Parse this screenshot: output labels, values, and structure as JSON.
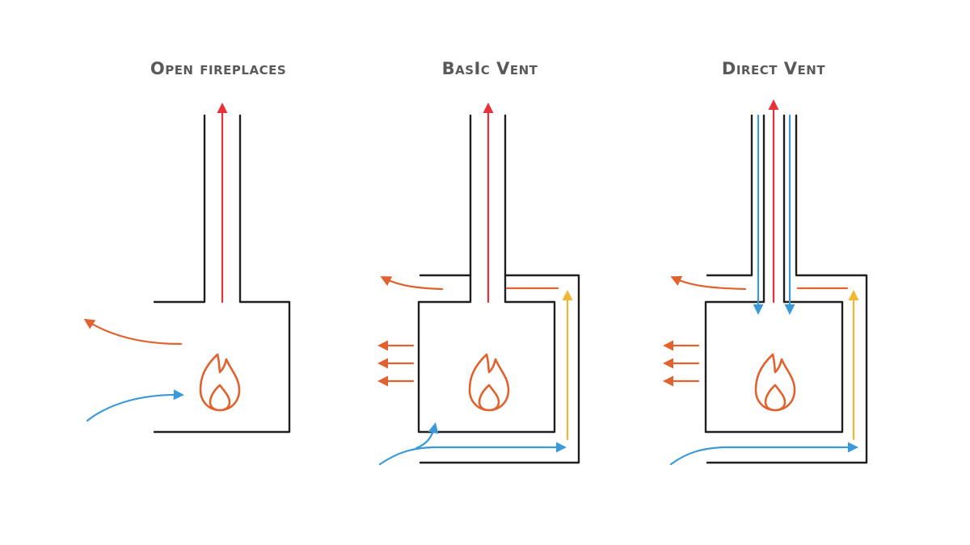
{
  "diagram": {
    "colors": {
      "background": "#ffffff",
      "wall": "#1f1f1f",
      "title": "#595959",
      "exhaust": "#e8323a",
      "room_heat": "#e0622f",
      "cool_air": "#3a9ad9",
      "warm_air": "#f2b632",
      "flame": "#e0622f"
    },
    "panels": [
      {
        "title": "Open fireplaces",
        "icon": "flame-icon"
      },
      {
        "title": "BasIc Vent",
        "icon": "flame-icon"
      },
      {
        "title": "Direct Vent",
        "icon": "flame-icon"
      }
    ]
  }
}
